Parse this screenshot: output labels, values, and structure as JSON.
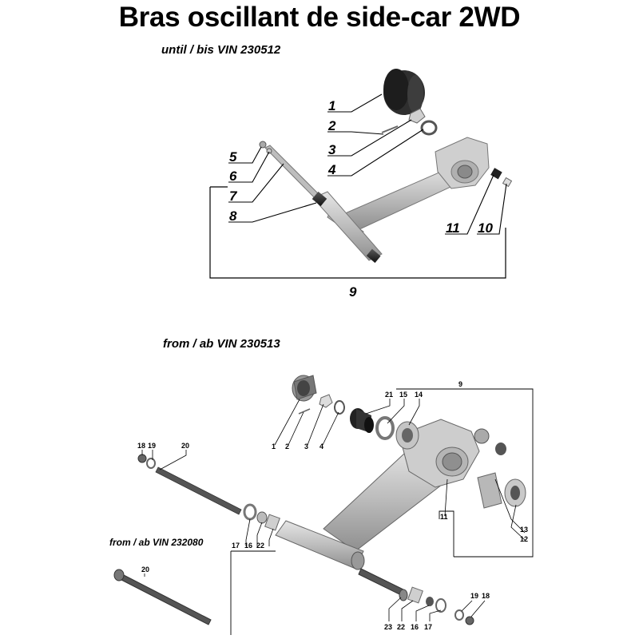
{
  "title": "Bras oscillant de side-car 2WD",
  "sections": {
    "top_caption": "until / bis VIN 230512",
    "bottom_caption": "from / ab VIN 230513",
    "sub_caption": "from / ab VIN 232080"
  },
  "callouts_top": {
    "p1": "1",
    "p2": "2",
    "p3": "3",
    "p4": "4",
    "p5": "5",
    "p6": "6",
    "p7": "7",
    "p8": "8",
    "p9": "9",
    "p10": "10",
    "p11": "11"
  },
  "callouts_bottom": {
    "p1": "1",
    "p2": "2",
    "p3": "3",
    "p4": "4",
    "p9": "9",
    "p11": "11",
    "p12": "12",
    "p13": "13",
    "p14": "14",
    "p15": "15",
    "p16a": "16",
    "p16b": "16",
    "p17a": "17",
    "p17b": "17",
    "p18a": "18",
    "p18b": "18",
    "p19a": "19",
    "p19b": "19",
    "p20a": "20",
    "p20b": "20",
    "p21": "21",
    "p22a": "22",
    "p22b": "22",
    "p23": "23"
  },
  "colors": {
    "part_fill": "#c8c8c8",
    "part_stroke": "#6e6e6e",
    "dark": "#2b2b2b",
    "line": "#000000"
  }
}
